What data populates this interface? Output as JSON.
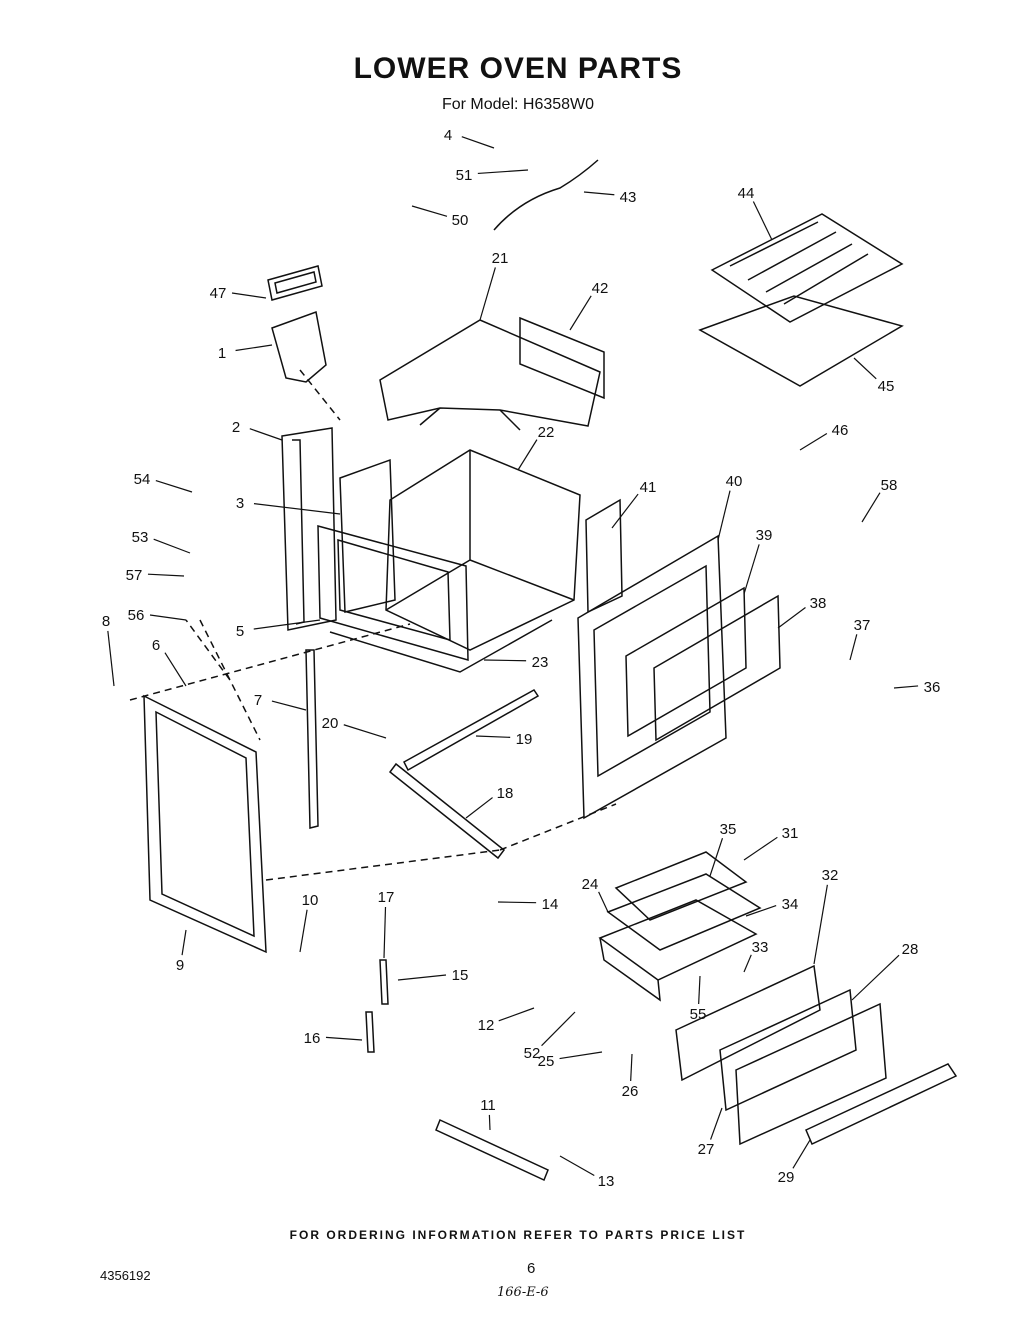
{
  "header": {
    "title": "LOWER OVEN PARTS",
    "subtitle": "For Model: H6358W0"
  },
  "parts": [
    "1",
    "2",
    "3",
    "4",
    "5",
    "6",
    "7",
    "8",
    "9",
    "10",
    "11",
    "12",
    "13",
    "14",
    "15",
    "16",
    "17",
    "18",
    "19",
    "20",
    "21",
    "22",
    "23",
    "24",
    "25",
    "26",
    "27",
    "28",
    "29",
    "31",
    "32",
    "33",
    "34",
    "35",
    "36",
    "37",
    "38",
    "39",
    "40",
    "41",
    "42",
    "43",
    "44",
    "45",
    "46",
    "47",
    "50",
    "51",
    "52",
    "53",
    "54",
    "55",
    "56",
    "57",
    "58"
  ],
  "footer": {
    "ordering_note": "FOR ORDERING INFORMATION REFER TO PARTS PRICE LIST",
    "doc_number": "4356192",
    "page_number": "6",
    "page_code": "166-E-6"
  }
}
